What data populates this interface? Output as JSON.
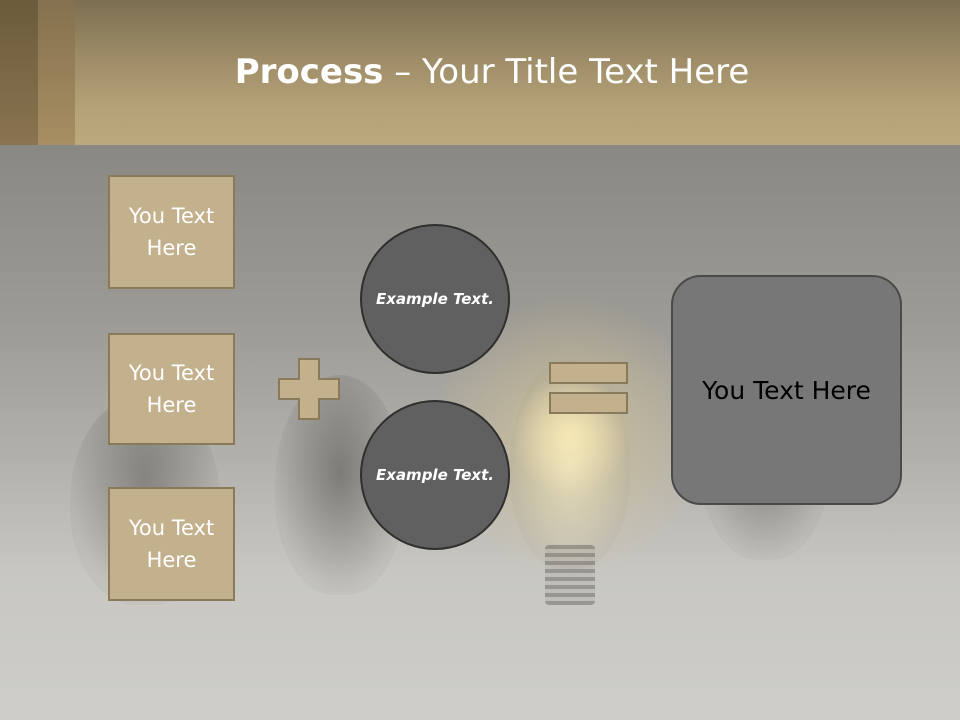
{
  "slide": {
    "title_bold": "Process",
    "title_rest": " – Your Title Text Here"
  },
  "left_boxes": [
    {
      "text": "You Text Here"
    },
    {
      "text": "You Text Here"
    },
    {
      "text": "You Text Here"
    }
  ],
  "operator_plus": "plus",
  "circles": [
    {
      "text": "Example Text."
    },
    {
      "text": "Example Text."
    }
  ],
  "operator_equals": "equals",
  "result": {
    "text": "You Text Here"
  },
  "colors": {
    "header": "#b5a278",
    "tan_box": "#c3b08c",
    "circle": "#606060",
    "result_box": "#777777"
  }
}
